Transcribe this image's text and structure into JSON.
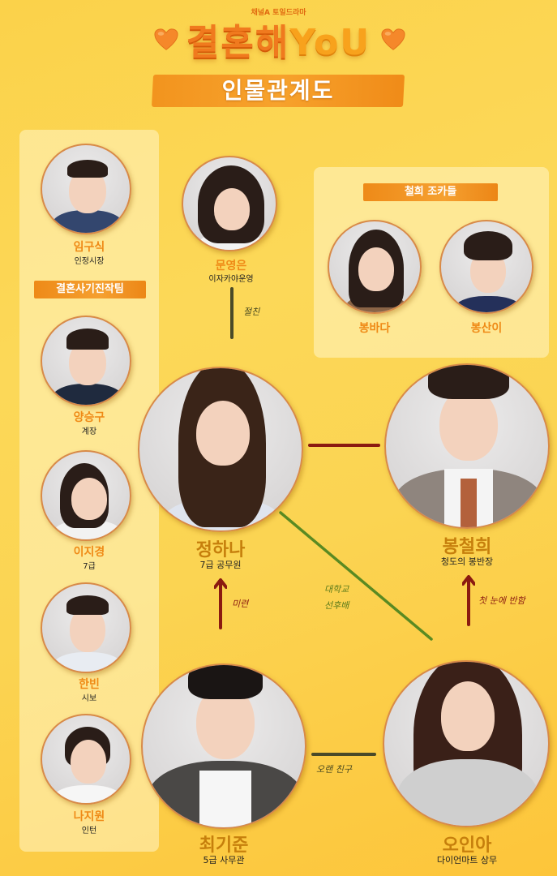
{
  "header": {
    "channel": "채널A 토일드라마",
    "title_ko": "결혼해",
    "title_en": "YoU",
    "subtitle": "인물관계도",
    "heart_color": "#f5882a"
  },
  "colors": {
    "background": "#fbd24a",
    "accent_orange": "#f2941e",
    "name_small": "#ef8a16",
    "name_large": "#c67f0c",
    "line_red": "#8b1a10",
    "line_green": "#5a8a22",
    "line_dark": "#4a4a28"
  },
  "left_panel": {
    "top_person": {
      "name": "임구식",
      "role": "인정시장"
    },
    "section_label": "결혼사기진작팀",
    "members": [
      {
        "name": "양승구",
        "role": "계장"
      },
      {
        "name": "이지경",
        "role": "7급"
      },
      {
        "name": "한빈",
        "role": "시보"
      },
      {
        "name": "나지원",
        "role": "인턴"
      }
    ]
  },
  "right_panel": {
    "section_label": "철희 조카들",
    "members": [
      {
        "name": "봉바다"
      },
      {
        "name": "봉산이"
      }
    ]
  },
  "main_characters": {
    "friend": {
      "name": "문영은",
      "role": "이자카야운영"
    },
    "heroine": {
      "name": "정하나",
      "role": "7급 공무원"
    },
    "hero": {
      "name": "봉철희",
      "role": "청도의 봉반장"
    },
    "rival_m": {
      "name": "최기준",
      "role": "5급 사무관"
    },
    "rival_f": {
      "name": "오인아",
      "role": "다이언마트 상무"
    }
  },
  "relations": {
    "friend_heroine": "절친",
    "heroine_hero": "",
    "rival_m_heroine": "미련",
    "heroine_rival_f": [
      "대학교",
      "선후배"
    ],
    "rival_f_hero": "첫 눈에 반함",
    "rival_m_rival_f": "오랜 친구"
  }
}
